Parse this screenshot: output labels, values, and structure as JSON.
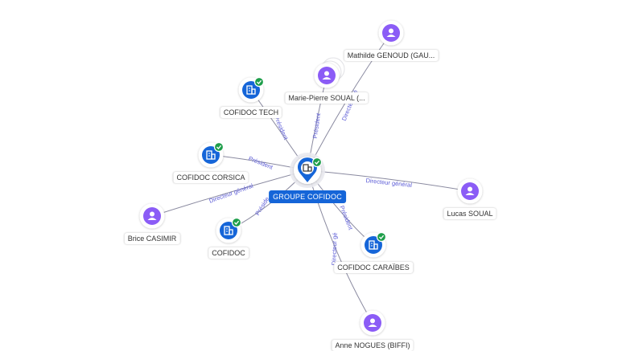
{
  "center": {
    "name": "GROUPE COFIDOC"
  },
  "nodes": [
    {
      "key": "mathilde",
      "label": "Mathilde GENOUD (GAU...",
      "kind": "person"
    },
    {
      "key": "mariepierre",
      "label": "Marie-Pierre SOUAL (...",
      "kind": "person"
    },
    {
      "key": "tech",
      "label": "COFIDOC TECH",
      "kind": "company"
    },
    {
      "key": "corsica",
      "label": "COFIDOC CORSICA",
      "kind": "company"
    },
    {
      "key": "lucas",
      "label": "Lucas SOUAL",
      "kind": "person"
    },
    {
      "key": "brice",
      "label": "Brice CASIMIR",
      "kind": "person"
    },
    {
      "key": "cofidoc",
      "label": "COFIDOC",
      "kind": "company"
    },
    {
      "key": "caraibes",
      "label": "COFIDOC CARAÏBES",
      "kind": "company"
    },
    {
      "key": "anne",
      "label": "Anne NOGUES (BIFFI)",
      "kind": "person"
    }
  ],
  "edges": [
    {
      "to": "mathilde",
      "label": "Directeur gé"
    },
    {
      "to": "mariepierre",
      "label": "Président"
    },
    {
      "to": "tech",
      "label": "Président"
    },
    {
      "to": "corsica",
      "label": "Président"
    },
    {
      "to": "lucas",
      "label": "Directeur général"
    },
    {
      "to": "brice",
      "label": "Directeur général"
    },
    {
      "to": "cofidoc",
      "label": "Préside"
    },
    {
      "to": "caraibes",
      "label": "Président"
    },
    {
      "to": "anne",
      "label": "Directeur gé"
    }
  ],
  "colors": {
    "person": "#8b5cf6",
    "company": "#1565d8",
    "check": "#1e9e4a",
    "edge": "#8a8aa0",
    "edge_label": "#5b5bd6"
  },
  "icons": {
    "person": "person-icon",
    "company": "building-icon",
    "verified": "check-badge-icon",
    "center": "map-pin-icon"
  }
}
